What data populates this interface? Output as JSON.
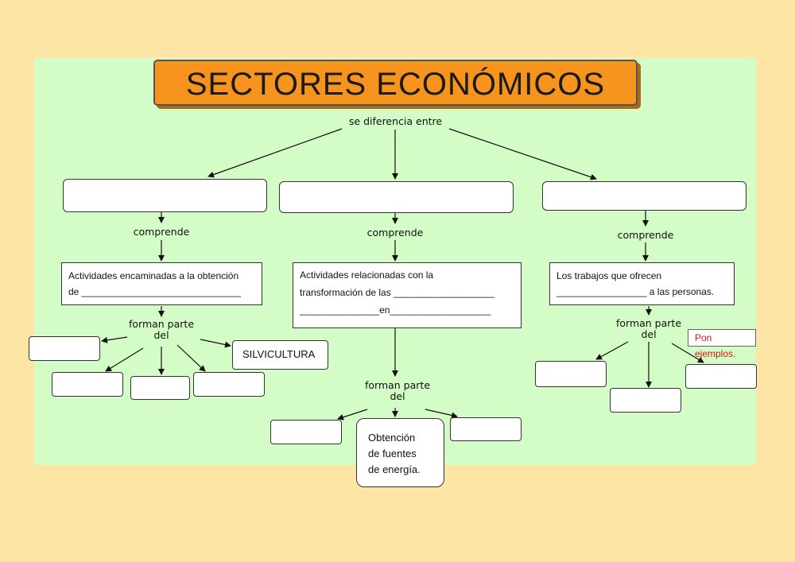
{
  "diagram": {
    "title": "SECTORES ECONÓMICOS",
    "link_main": "se diferencia entre",
    "link_comprende": "comprende",
    "link_forman_1": "forman parte",
    "link_forman_2": "del",
    "primary": {
      "desc_1": "Actividades encaminadas a la obtención",
      "desc_2": "de ______________________________",
      "example": "SILVICULTURA"
    },
    "secondary": {
      "desc_1": "Actividades relacionadas con la",
      "desc_2": "transformación  de  las ___________________",
      "desc_3": "_______________en___________________",
      "energy_1": "Obtención",
      "energy_2": "de fuentes",
      "energy_3": "de energía."
    },
    "tertiary": {
      "desc_1": "Los trabajos que ofrecen",
      "desc_2": "_________________ a las personas.",
      "hint": "Pon ejemplos."
    },
    "colors": {
      "background": "#fde6a5",
      "panel": "#d4fcc6",
      "title_fill": "#f7941d",
      "hint_text": "#d41717"
    }
  }
}
